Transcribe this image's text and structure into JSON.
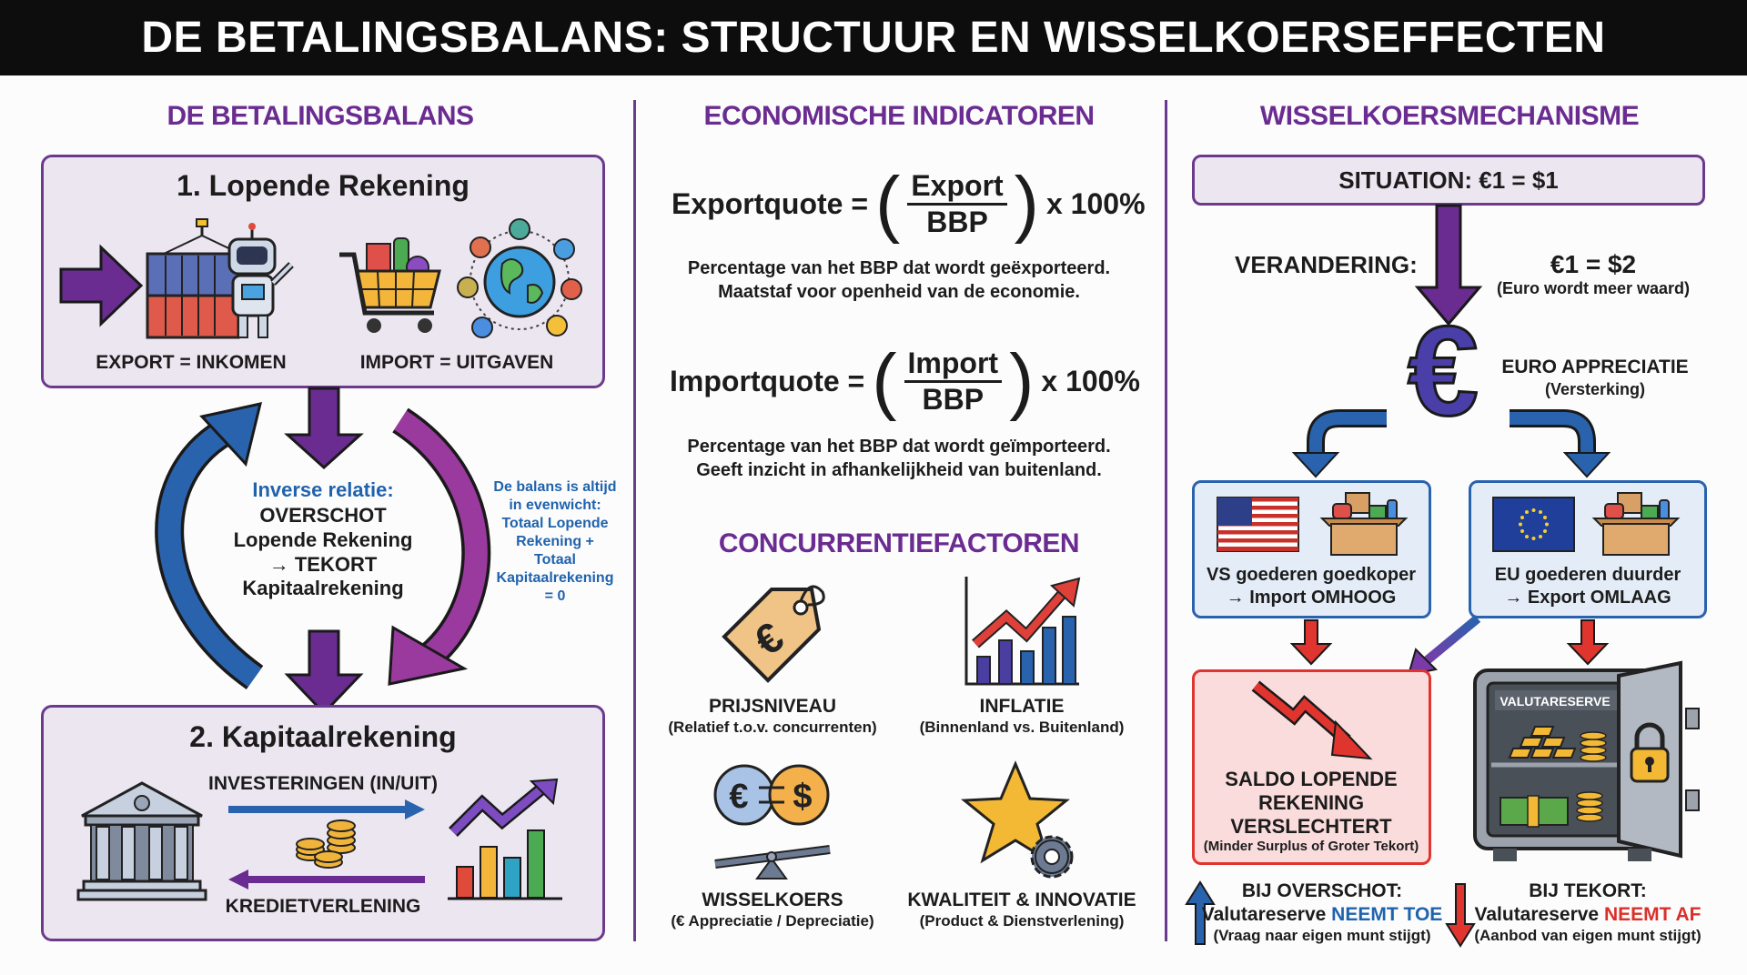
{
  "title": "DE BETALINGSBALANS: STRUCTUUR EN WISSELKOERSEFFECTEN",
  "colors": {
    "purple": "#6a2c91",
    "blue": "#1f63ad",
    "red": "#d9302a",
    "box_bg": "#ece6f1",
    "title_bg": "#0d0d0d"
  },
  "left": {
    "heading": "DE BETALINGSBALANS",
    "current_account": {
      "title": "1. Lopende Rekening",
      "export_label": "EXPORT = INKOMEN",
      "import_label": "IMPORT = UITGAVEN"
    },
    "inverse": {
      "label": "Inverse relatie:",
      "lines": [
        "OVERSCHOT",
        "Lopende Rekening",
        "→ TEKORT",
        "Kapitaalrekening"
      ]
    },
    "balance_note": [
      "De balans is altijd",
      "in evenwicht:",
      "Totaal Lopende",
      "Rekening +",
      "Totaal",
      "Kapitaalrekening",
      "= 0"
    ],
    "capital_account": {
      "title": "2. Kapitaalrekening",
      "investments": "INVESTERINGEN (IN/UIT)",
      "credit": "KREDIETVERLENING"
    }
  },
  "middle": {
    "heading": "ECONOMISCHE INDICATOREN",
    "export_formula": {
      "label": "Exportquote =",
      "numerator": "Export",
      "denominator": "BBP",
      "multiplier": "x 100%",
      "desc": [
        "Percentage van het BBP dat wordt geëxporteerd.",
        "Maatstaf voor openheid van de economie."
      ]
    },
    "import_formula": {
      "label": "Importquote =",
      "numerator": "Import",
      "denominator": "BBP",
      "multiplier": "x 100%",
      "desc": [
        "Percentage van het BBP dat wordt geïmporteerd.",
        "Geeft inzicht in afhankelijkheid van buitenland."
      ]
    },
    "factors_heading": "CONCURRENTIEFACTOREN",
    "factors": [
      {
        "title": "PRIJSNIVEAU",
        "sub": "(Relatief t.o.v. concurrenten)",
        "icon": "price-tag-icon"
      },
      {
        "title": "INFLATIE",
        "sub": "(Binnenland vs. Buitenland)",
        "icon": "rising-chart-icon"
      },
      {
        "title": "WISSELKOERS",
        "sub": "(€ Appreciatie / Depreciatie)",
        "icon": "currency-exchange-icon"
      },
      {
        "title": "KWALITEIT & INNOVATIE",
        "sub": "(Product & Dienstverlening)",
        "icon": "star-gear-icon"
      }
    ]
  },
  "right": {
    "heading": "WISSELKOERSMECHANISME",
    "situation": "SITUATION: €1 = $1",
    "change_label": "VERANDERING:",
    "change_value": "€1 = $2",
    "change_sub": "(Euro wordt meer waard)",
    "euro_symbol": "€",
    "appreciation": "EURO APPRECIATIE",
    "appreciation_sub": "(Versterking)",
    "us_box": [
      "VS goederen goedkoper",
      "→ Import OMHOOG"
    ],
    "eu_box": [
      "EU goederen duurder",
      "→ Export OMLAAG"
    ],
    "balance_box": [
      "SALDO LOPENDE",
      "REKENING",
      "VERSLECHTERT"
    ],
    "balance_sub": "(Minder Surplus of Groter Tekort)",
    "safe_label": "VALUTARESERVE",
    "surplus": {
      "title": "BIJ OVERSCHOT:",
      "prefix": "Valutareserve ",
      "highlight": "NEEMT TOE",
      "sub": "(Vraag naar eigen munt stijgt)"
    },
    "deficit": {
      "title": "BIJ TEKORT:",
      "prefix": "Valutareserve ",
      "highlight": "NEEMT AF",
      "sub": "(Aanbod van eigen munt stijgt)"
    }
  }
}
